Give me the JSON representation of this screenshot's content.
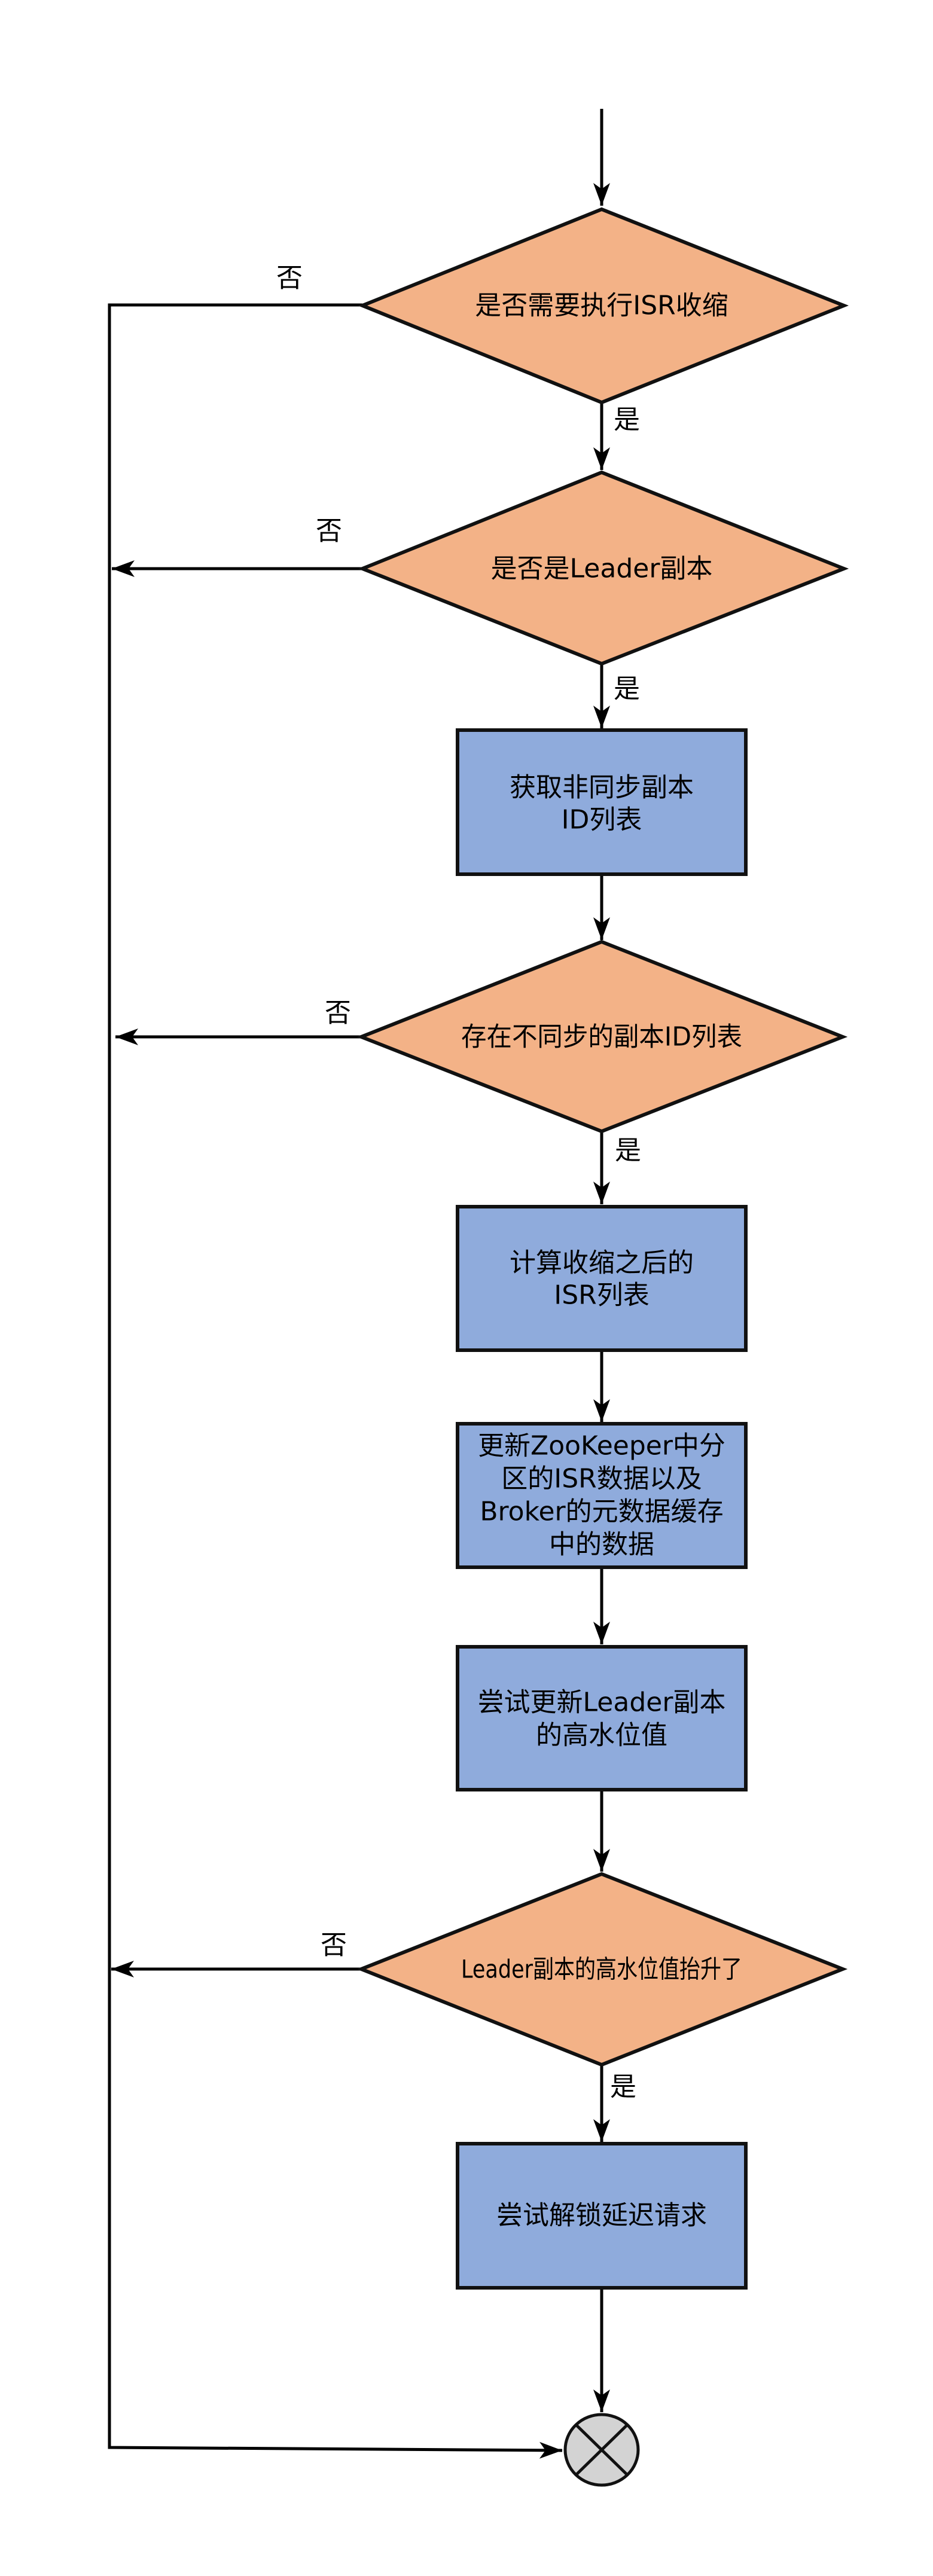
{
  "colors": {
    "decision_fill": "#F3B287",
    "process_fill": "#8FABDC",
    "end_fill": "#D3D3D3",
    "line": "#000000"
  },
  "nodes": [
    {
      "id": "d1",
      "type": "decision",
      "lines": [
        "是否需要执行ISR收缩"
      ]
    },
    {
      "id": "d2",
      "type": "decision",
      "lines": [
        "是否是Leader副本"
      ]
    },
    {
      "id": "p1",
      "type": "process",
      "lines": [
        "获取非同步副本",
        "ID列表"
      ]
    },
    {
      "id": "d3",
      "type": "decision",
      "lines": [
        "存在不同步的副本ID列表"
      ]
    },
    {
      "id": "p2",
      "type": "process",
      "lines": [
        "计算收缩之后的",
        "ISR列表"
      ]
    },
    {
      "id": "p3",
      "type": "process",
      "lines": [
        "更新ZooKeeper中分",
        "区的ISR数据以及",
        "Broker的元数据缓存",
        "中的数据"
      ]
    },
    {
      "id": "p4",
      "type": "process",
      "lines": [
        "尝试更新Leader副本",
        "的高水位值"
      ]
    },
    {
      "id": "d4",
      "type": "decision",
      "lines": [
        "Leader副本的高水位值抬升了"
      ]
    },
    {
      "id": "p5",
      "type": "process",
      "lines": [
        "尝试解锁延迟请求"
      ]
    },
    {
      "id": "end",
      "type": "end",
      "lines": []
    }
  ],
  "edge_labels": {
    "yes": "是",
    "no": "否"
  }
}
